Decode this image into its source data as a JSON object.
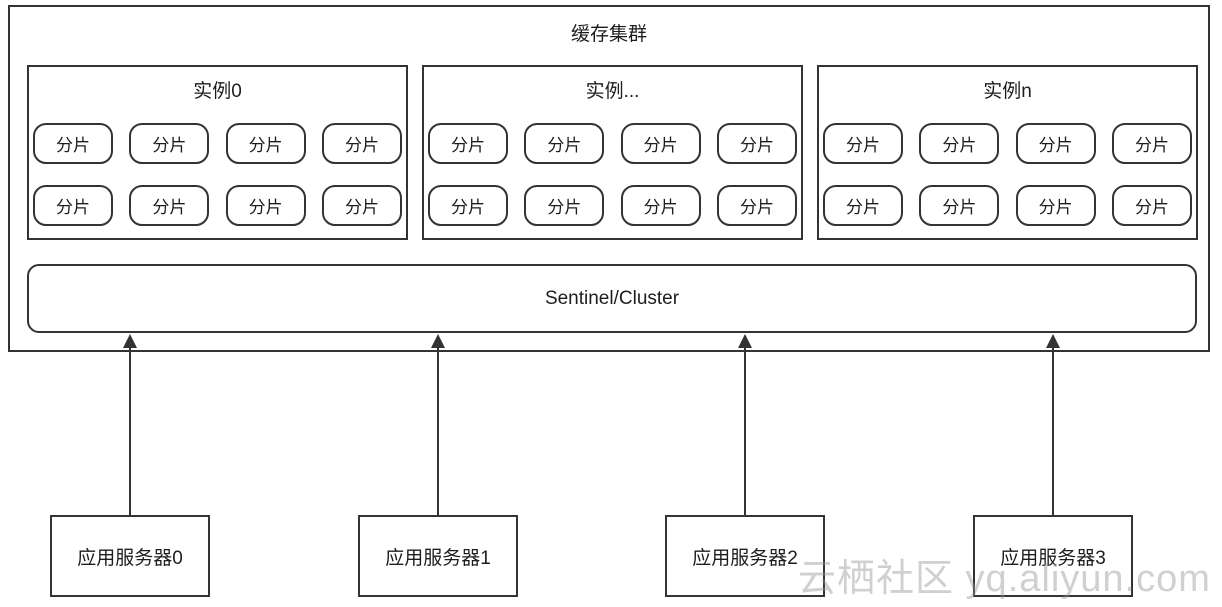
{
  "colors": {
    "line": "#333333",
    "background": "#ffffff",
    "watermark_gray": "#bdbdbd"
  },
  "cluster": {
    "title": "缓存集群",
    "instances": [
      {
        "label": "实例0"
      },
      {
        "label": "实例..."
      },
      {
        "label": "实例n"
      }
    ],
    "shard_label": "分片",
    "shards_per_row": 4,
    "shard_rows": 2,
    "middleware": {
      "label": "Sentinel/Cluster"
    }
  },
  "app_servers": [
    {
      "label": "应用服务器0"
    },
    {
      "label": "应用服务器1"
    },
    {
      "label": "应用服务器2"
    },
    {
      "label": "应用服务器3"
    }
  ],
  "watermark": "云栖社区 yq.aliyun.com"
}
